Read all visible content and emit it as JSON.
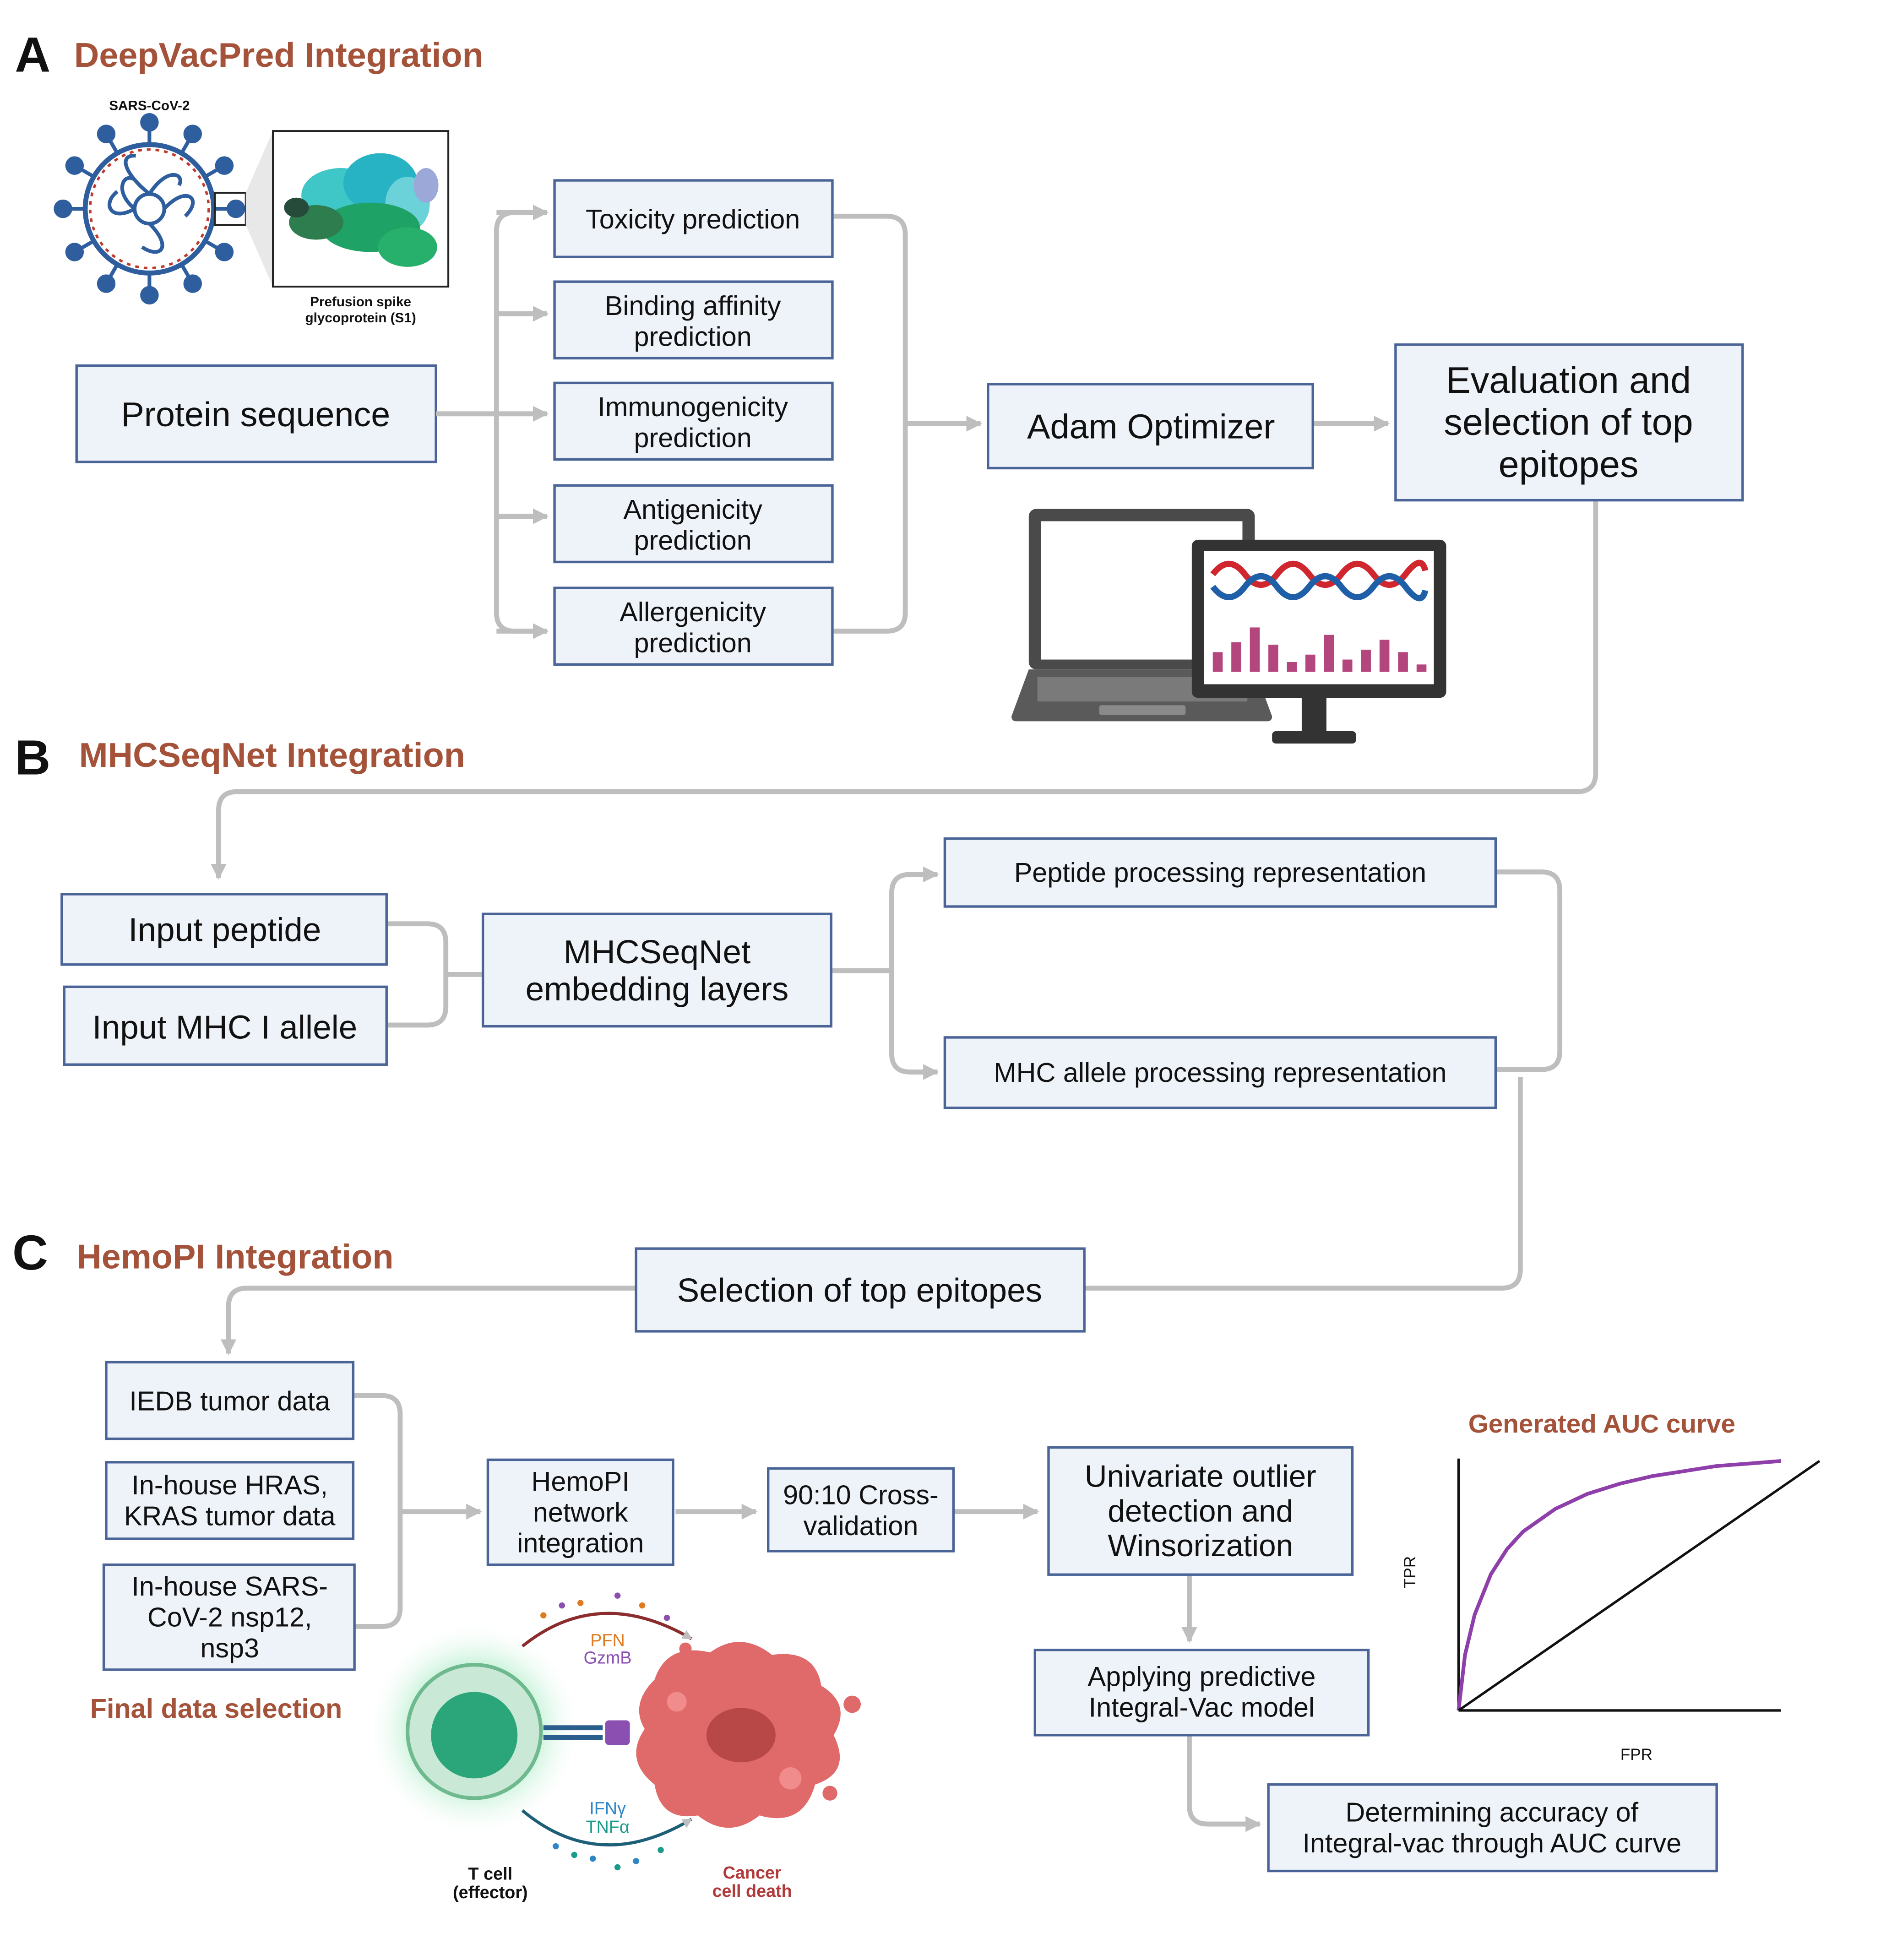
{
  "colors": {
    "title_red": "#A4533A",
    "box_fill": "#EEF2F9",
    "box_stroke": "#4A6497",
    "connector": "#BEBEBE",
    "roc_curve": "#8E3FA9",
    "virus_blue": "#2E5E9E",
    "monitor_red": "#D0262E",
    "monitor_blue": "#1F5FA8",
    "bar_pink": "#B4467E",
    "tcell_green": "#2BA57A",
    "cancer_red": "#E0696A",
    "label_orange": "#E07A20",
    "label_purple": "#8A4FB0",
    "label_blue": "#2E86C8",
    "label_teal": "#1A9B8B"
  },
  "sections": {
    "a": {
      "letter": "A",
      "title": "DeepVacPred Integration"
    },
    "b": {
      "letter": "B",
      "title": "MHCSeqNet Integration"
    },
    "c": {
      "letter": "C",
      "title": "HemoPI Integration"
    }
  },
  "virus": {
    "label": "SARS-CoV-2",
    "inset_caption_1": "Prefusion spike",
    "inset_caption_2": "glycoprotein (S1)"
  },
  "boxes_a": {
    "protein_sequence": "Protein sequence",
    "toxicity": [
      "Toxicity prediction"
    ],
    "binding": [
      "Binding affinity",
      "prediction"
    ],
    "immunogenicity": [
      "Immunogenicity",
      "prediction"
    ],
    "antigenicity": [
      "Antigenicity",
      "prediction"
    ],
    "allergenicity": [
      "Allergenicity",
      "prediction"
    ],
    "adam": "Adam Optimizer",
    "evaluation": [
      "Evaluation and",
      "selection of top",
      "epitopes"
    ]
  },
  "boxes_b": {
    "input_peptide": "Input peptide",
    "input_mhc": "Input MHC I allele",
    "embedding": [
      "MHCSeqNet",
      "embedding layers"
    ],
    "peptide_repr": "Peptide processing representation",
    "mhc_repr": "MHC allele processing representation"
  },
  "boxes_c": {
    "selection": "Selection of top epitopes",
    "iedb": [
      "IEDB tumor data"
    ],
    "hras": [
      "In-house HRAS,",
      "KRAS tumor data"
    ],
    "sars": [
      "In-house SARS-",
      "CoV-2 nsp12,",
      "nsp3"
    ],
    "final_label": "Final data selection",
    "hemopi": [
      "HemoPI",
      "network",
      "integration"
    ],
    "crossval": [
      "90:10 Cross-",
      "validation"
    ],
    "univariate": [
      "Univariate outlier",
      "detection and",
      "Winsorization"
    ],
    "applying": [
      "Applying predictive",
      "Integral-Vac model"
    ],
    "determining": [
      "Determining accuracy of",
      "Integral-vac through AUC curve"
    ]
  },
  "auc": {
    "title": "Generated AUC curve",
    "ylabel": "TPR",
    "xlabel": "FPR"
  },
  "chart_data": {
    "type": "line",
    "title": "Generated AUC curve",
    "xlabel": "FPR",
    "ylabel": "TPR",
    "xlim": [
      0,
      1
    ],
    "ylim": [
      0,
      1
    ],
    "grid": false,
    "series": [
      {
        "x": [
          0,
          0.02,
          0.05,
          0.1,
          0.15,
          0.2,
          0.3,
          0.4,
          0.5,
          0.6,
          0.7,
          0.8,
          0.9,
          1.0
        ],
        "y": [
          0,
          0.22,
          0.38,
          0.54,
          0.64,
          0.71,
          0.8,
          0.86,
          0.9,
          0.93,
          0.95,
          0.97,
          0.98,
          0.99
        ]
      },
      {
        "x": [
          0,
          1.12
        ],
        "y": [
          0,
          0.99
        ]
      }
    ]
  },
  "cell_diagram": {
    "pfn": "PFN",
    "gzmb": "GzmB",
    "ifn": "IFNγ",
    "tnf": "TNFα",
    "tcell_1": "T cell",
    "tcell_2": "(effector)",
    "cancer_1": "Cancer",
    "cancer_2": "cell death"
  }
}
